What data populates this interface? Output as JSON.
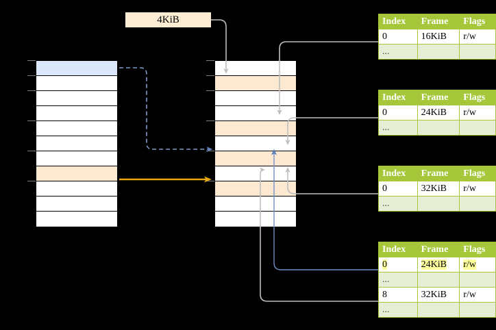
{
  "diagram": {
    "title_label": "4KiB",
    "colors": {
      "header_green": "#a5c739",
      "row_green": "#e7eed5",
      "highlight_yellow": "#ffff9e",
      "row_orange": "#fde8d2",
      "row_blue": "#dbe8fb",
      "wire_gray": "#bfbfbf",
      "wire_blue": "#6f8fc4",
      "wire_orange": "#e8a80c",
      "label_bg": "#fdeed3"
    }
  },
  "left_column": {
    "name": "virtual-address-space",
    "rows": [
      {
        "fill": "blue",
        "label": ""
      },
      {
        "fill": "white",
        "label": ""
      },
      {
        "fill": "white",
        "label": ""
      },
      {
        "fill": "white",
        "label": ""
      },
      {
        "fill": "white",
        "label": ""
      },
      {
        "fill": "white",
        "label": ""
      },
      {
        "fill": "white",
        "label": ""
      },
      {
        "fill": "orange",
        "label": ""
      },
      {
        "fill": "white",
        "label": ""
      },
      {
        "fill": "white",
        "label": ""
      },
      {
        "fill": "white",
        "label": ""
      }
    ]
  },
  "middle_column": {
    "name": "physical-memory",
    "rows": [
      {
        "fill": "white",
        "label": ""
      },
      {
        "fill": "orange",
        "label": ""
      },
      {
        "fill": "white",
        "label": ""
      },
      {
        "fill": "white",
        "label": ""
      },
      {
        "fill": "orange",
        "label": ""
      },
      {
        "fill": "white",
        "label": ""
      },
      {
        "fill": "orange",
        "label": ""
      },
      {
        "fill": "white",
        "label": ""
      },
      {
        "fill": "orange",
        "label": ""
      },
      {
        "fill": "white",
        "label": ""
      },
      {
        "fill": "white",
        "label": ""
      }
    ]
  },
  "tables": [
    {
      "name": "page-table-1",
      "headers": [
        "Index",
        "Frame",
        "Flags"
      ],
      "rows": [
        {
          "type": "value",
          "cells": [
            "0",
            "16KiB",
            "r/w"
          ],
          "highlight": false
        },
        {
          "type": "ellipsis",
          "cells": [
            "...",
            "",
            ""
          ],
          "highlight": false
        }
      ]
    },
    {
      "name": "page-table-2",
      "headers": [
        "Index",
        "Frame",
        "Flags"
      ],
      "rows": [
        {
          "type": "value",
          "cells": [
            "0",
            "24KiB",
            "r/w"
          ],
          "highlight": false
        },
        {
          "type": "ellipsis",
          "cells": [
            "...",
            "",
            ""
          ],
          "highlight": false
        }
      ]
    },
    {
      "name": "page-table-3",
      "headers": [
        "Index",
        "Frame",
        "Flags"
      ],
      "rows": [
        {
          "type": "value",
          "cells": [
            "0",
            "32KiB",
            "r/w"
          ],
          "highlight": false
        },
        {
          "type": "ellipsis",
          "cells": [
            "...",
            "",
            ""
          ],
          "highlight": false
        }
      ]
    },
    {
      "name": "page-table-4",
      "headers": [
        "Index",
        "Frame",
        "Flags"
      ],
      "rows": [
        {
          "type": "value",
          "cells": [
            "0",
            "24KiB",
            "r/w"
          ],
          "highlight": true
        },
        {
          "type": "ellipsis",
          "cells": [
            "...",
            "",
            ""
          ],
          "highlight": false
        },
        {
          "type": "value",
          "cells": [
            "8",
            "32KiB",
            "r/w"
          ],
          "highlight": false
        },
        {
          "type": "ellipsis",
          "cells": [
            "...",
            "",
            ""
          ],
          "highlight": false
        }
      ]
    }
  ]
}
